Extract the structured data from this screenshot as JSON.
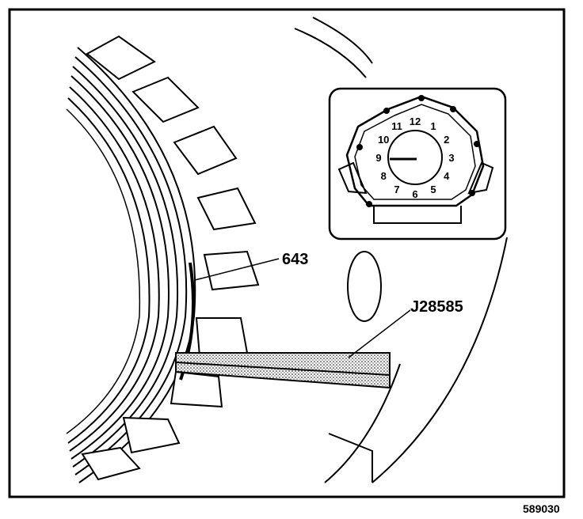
{
  "callouts": {
    "part_number": "643",
    "tool_number": "J28585"
  },
  "inset": {
    "clock_numbers": [
      "12",
      "1",
      "2",
      "3",
      "4",
      "5",
      "6",
      "7",
      "8",
      "9",
      "10",
      "11"
    ]
  },
  "figure_id": "589030",
  "colors": {
    "ink": "#000000",
    "paper": "#ffffff"
  }
}
